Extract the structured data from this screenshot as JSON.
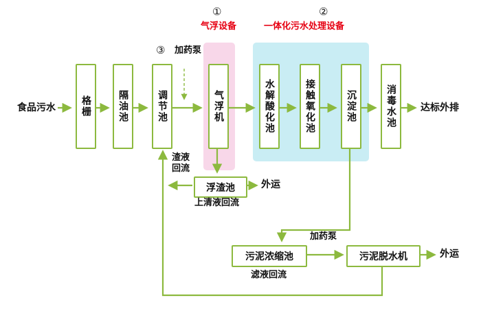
{
  "colors": {
    "line_green": "#8cb93e",
    "pink_highlight": "#f8d7e9",
    "blue_highlight": "#c9edf4",
    "red_text": "#e60012"
  },
  "nodes": {
    "source": "食品污水",
    "grid": "格栅",
    "oil_tank": "隔油池",
    "regulating_tank": "调节池",
    "air_flotation": "气浮机",
    "hydrolysis_acidification_tank": "水解酸化池",
    "contact_oxidation_tank": "接触氧化池",
    "sedimentation_tank": "沉淀池",
    "disinfection_tank": "消毒水池",
    "discharge": "达标外排",
    "scum_tank": "浮渣池",
    "sludge_thickening_tank": "污泥浓缩池",
    "sludge_dewatering_machine": "污泥脱水机"
  },
  "labels": {
    "circle_1": "①",
    "circle_2": "②",
    "circle_3": "③",
    "air_flotation_equipment": "气浮设备",
    "integrated_treatment_equipment": "一体化污水处理设备",
    "dosing_pump_top": "加药泵",
    "dosing_pump_bottom": "加药泵",
    "slag_liquid_reflux": "渣液回流",
    "supernatant_reflux": "上清液回流",
    "filtrate_reflux": "滤液回流",
    "outward_transport_scum": "外运",
    "outward_transport_sludge": "外运"
  }
}
